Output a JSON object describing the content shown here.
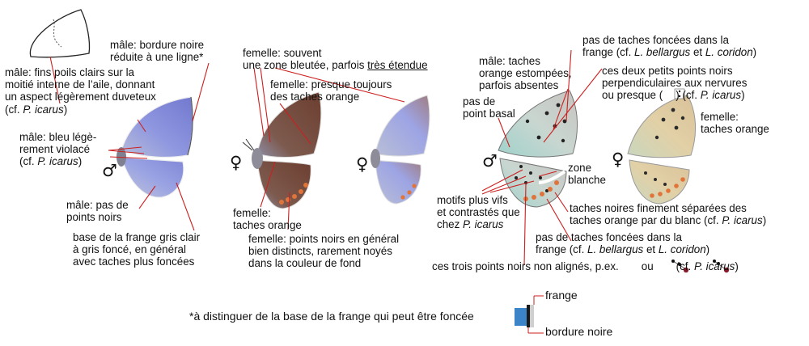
{
  "labels": {
    "male_hairs": {
      "t1": "mâle: fins poils clairs sur la\nmoitié interne de l’aile, donnant\nun aspect légèrement duveteux\n(cf. ",
      "sp": "P. icarus",
      "t2": ")"
    },
    "male_border": "mâle: bordure noire\nréduite à une ligne*",
    "male_violet": {
      "t1": "mâle: bleu légè-\nrement violacé\n(cf. ",
      "sp": "P. icarus",
      "t2": ")"
    },
    "male_no_spots": "mâle: pas de\npoints noirs",
    "fringe_base": "base de la frange gris clair\nà gris foncé, en général\navec taches plus foncées",
    "female_blue": {
      "t1": "femelle: souvent\nune zone bleutée, parfois ",
      "u": "très étendue"
    },
    "female_orange_always": "femelle: presque toujours\ndes taches orange",
    "female_orange_spots_left": "femelle:\ntaches orange",
    "female_black_points": "femelle: points noirs en général\nbien distincts, rarement noyés\ndans la couleur de fond",
    "male_orange_faded": "mâle: taches\norange estompées,\nparfois absentes",
    "no_dark_spots_top": {
      "t1": "pas de taches foncées dans la\nfrange (cf. ",
      "sp1": "L. bellargus",
      "t2": " et ",
      "sp2": "L. coridon",
      "t3": ")"
    },
    "two_points": {
      "t1": "ces deux petits points noirs\nperpendiculaires aux nervures\nou presque (",
      "t2": ") (cf. ",
      "sp": "P. icarus",
      "t3": ")"
    },
    "no_basal_point": "pas de\npoint basal",
    "female_orange_spots_right": "femelle:\ntaches orange",
    "white_zone": "zone\nblanche",
    "vivid_motifs": {
      "t1": "motifs plus vifs\net contrastés que\nchez ",
      "sp": "P. icarus"
    },
    "black_spots_separated": {
      "t1": "taches noires finement séparées des\ntaches orange par du blanc (cf. ",
      "sp": "P. icarus",
      "t2": ")"
    },
    "no_dark_spots_bottom": {
      "t1": "pas de taches foncées dans la\nfrange (cf. ",
      "sp1": "L. bellargus",
      "t2": " et ",
      "sp2": "L. coridon",
      "t3": ")"
    },
    "three_points": {
      "t1": "ces trois points noirs non alignés, p.ex.",
      "t2": "ou",
      "t3": "(cf. ",
      "sp": "P. icarus",
      "t4": ")"
    },
    "footnote": "*à distinguer de la base de la frange qui peut être foncée",
    "frange": "frange",
    "bordure": "bordure noire"
  },
  "symbols": {
    "male": "♂",
    "female": "♀"
  },
  "colors": {
    "male_blue": "#8a93dc",
    "female_brown": "#7b4a38",
    "orange_spot": "#e0743a",
    "underside_beige": "#e2cfa4",
    "underside_teal": "#a9cfc6",
    "leader_line": "#cc1f1f"
  }
}
